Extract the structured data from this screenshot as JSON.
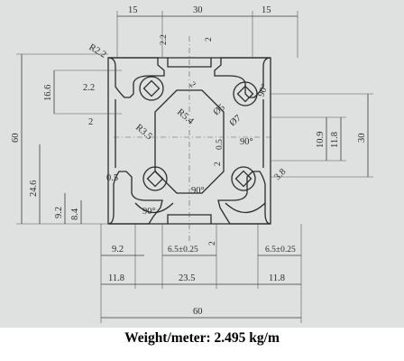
{
  "caption": "Weight/meter: 2.495 kg/m",
  "dimensions": {
    "top": [
      "15",
      "30",
      "15"
    ],
    "top_slot_width": "2.2",
    "top_slot_depth": "2",
    "corner_radius": "R2.2",
    "left_height": "16.6",
    "left_slot": "2.2",
    "inner_radius": "R5.4",
    "wall": "2",
    "radius_35": "R3.5",
    "overall_height": "60",
    "center_hole": "Ø5",
    "center_hole_outer": "Ø7",
    "right_height": "30",
    "right_10": "10.9",
    "right_11": "11.8",
    "wall_05": "0.5",
    "wall_05b": "0.5",
    "angle": "90°",
    "dim_38": "3.8",
    "dim_246": "24.6",
    "dim_92": "9.2",
    "dim_84": "8.4",
    "bottom_gap": "2",
    "dim_2_mid": "2",
    "dim_2_b": "2",
    "bottom_92": "9.2",
    "tol_1": "6.5±0.25",
    "tol_2": "6.5±0.25",
    "bottom_118_l": "11.8",
    "bottom_235": "23.5",
    "bottom_118_r": "11.8",
    "overall_width": "60"
  }
}
